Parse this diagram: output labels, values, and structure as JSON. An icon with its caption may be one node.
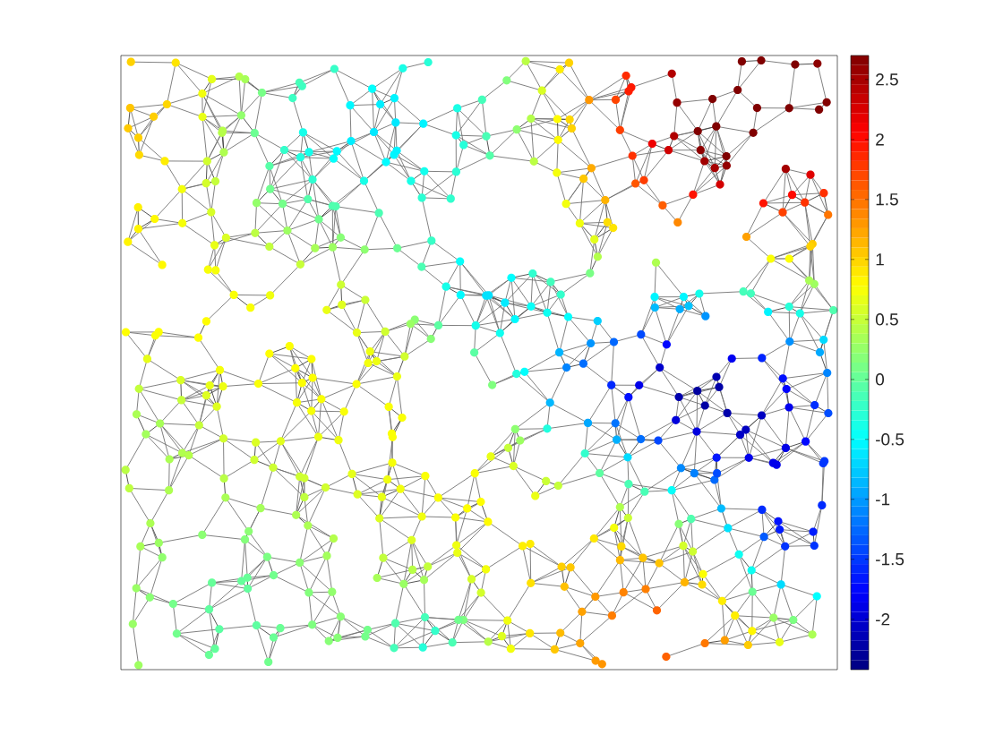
{
  "diagram": {
    "labels": [
      "2.5",
      "2",
      "1.5",
      "1",
      "0.5",
      "0",
      "-0.5",
      "-1",
      "-1.5",
      "-2"
    ]
  }
}
